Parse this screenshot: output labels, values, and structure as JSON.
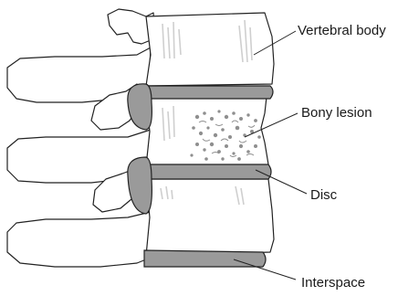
{
  "labels": {
    "vertebral_body": "Vertebral body",
    "bony_lesion": "Bony lesion",
    "disc": "Disc",
    "interspace": "Interspace"
  },
  "colors": {
    "outline": "#222222",
    "disc_fill": "#9a9a9a",
    "lesion_speck": "#8f8f8f",
    "bone_fill": "#ffffff"
  }
}
